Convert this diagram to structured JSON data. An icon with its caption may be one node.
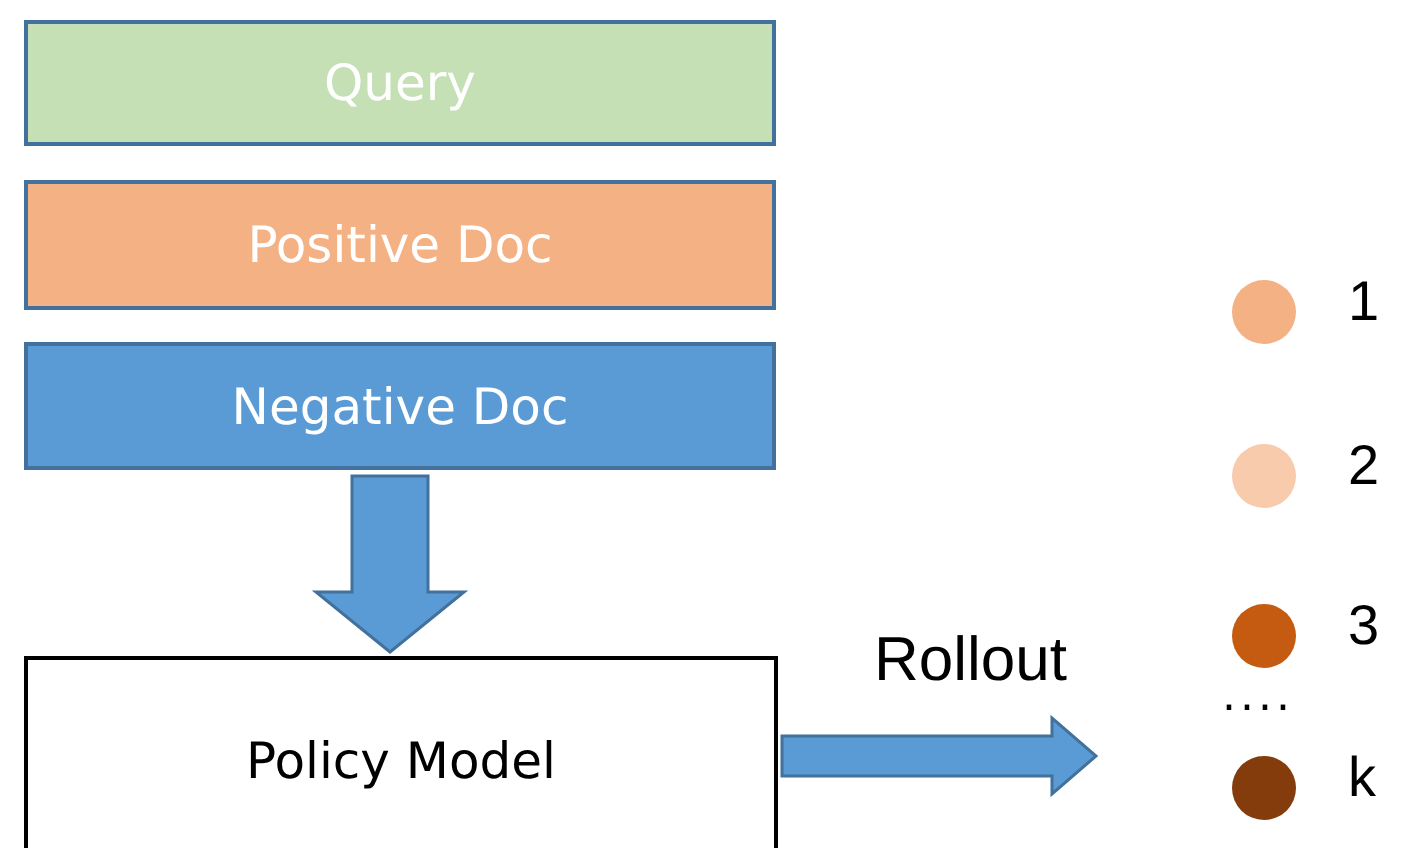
{
  "diagram": {
    "nodes": [
      {
        "text": [
          "Query"
        ]
      },
      {
        "text": [
          "Positive Doc"
        ]
      },
      {
        "text": [
          "Negative Doc"
        ]
      },
      {
        "text": [
          "Policy Model"
        ]
      },
      {
        "text": [],
        "shape": "circle",
        "beside": [
          "1"
        ]
      },
      {
        "text": [],
        "shape": "circle",
        "beside": [
          "2"
        ]
      },
      {
        "text": [],
        "shape": "circle",
        "beside": [
          "3"
        ]
      },
      {
        "text": [],
        "shape": "circle",
        "beside": [
          "k"
        ]
      }
    ],
    "edges": [
      {
        "from": 2,
        "to": 3,
        "arrow": "to",
        "style": "thick"
      },
      {
        "from": 3,
        "to": null,
        "arrow": "to",
        "style": "thick",
        "label": "Rollout"
      }
    ],
    "labels": [
      "...."
    ]
  }
}
